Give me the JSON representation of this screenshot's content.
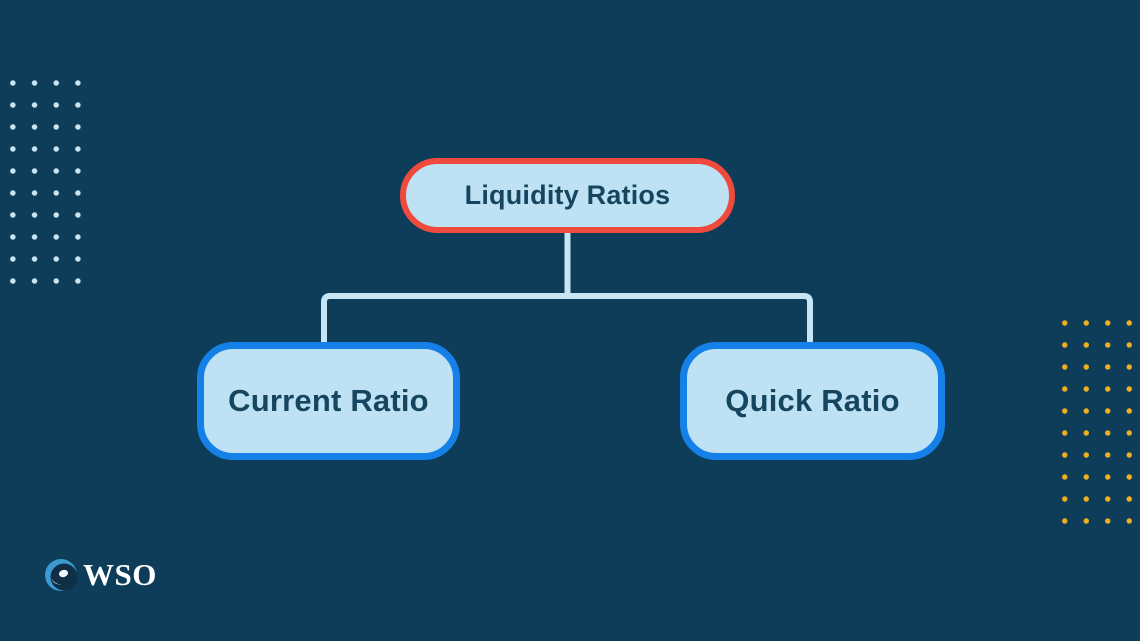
{
  "colors": {
    "bg": "#0D3D59",
    "node-fill": "#BEE2F4",
    "node-text": "#16465F",
    "root-border": "#EE4A3E",
    "child-border": "#1680E9",
    "connector": "#C6E6F6",
    "dots-left": "#CBE5F2",
    "dots-right": "#F0AE21",
    "logo-text": "#FFFFFF"
  },
  "diagram": {
    "root": {
      "label": "Liquidity Ratios"
    },
    "children": [
      {
        "label": "Current Ratio"
      },
      {
        "label": "Quick Ratio"
      }
    ]
  },
  "logo": {
    "text": "WSO"
  }
}
